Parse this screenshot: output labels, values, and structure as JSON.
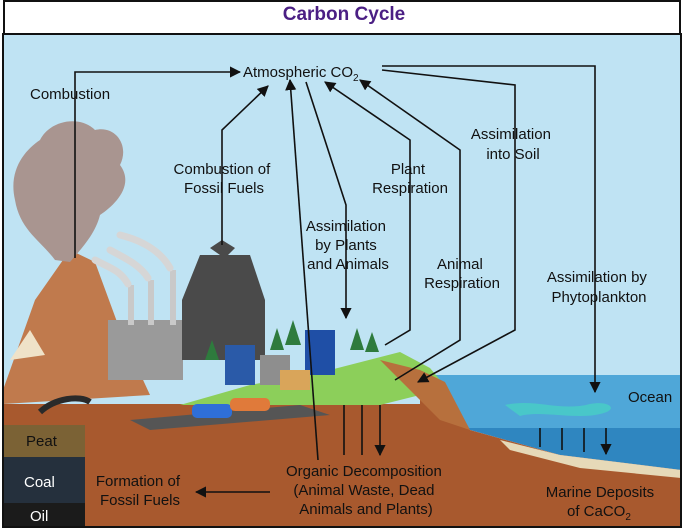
{
  "title": "Carbon Cycle",
  "colors": {
    "sky": "#bfe3f3",
    "ocean": "#3b8fc4",
    "soil": "#a8592e",
    "title": "#4b1f84"
  },
  "labels": {
    "atmospheric": "Atmospheric CO",
    "atmospheric_sub": "2",
    "combustion": "Combustion",
    "combustion_fossil": [
      "Combustion of",
      "Fossil Fuels"
    ],
    "plant_respiration": [
      "Plant",
      "Respiration"
    ],
    "assimilation_soil": [
      "Assimilation",
      "into Soil"
    ],
    "assimilation_plants": [
      "Assimilation",
      "by Plants",
      "and Animals"
    ],
    "animal_respiration": [
      "Animal",
      "Respiration"
    ],
    "assimilation_phyto": [
      "Assimilation by",
      "Phytoplankton"
    ],
    "ocean": "Ocean",
    "peat": "Peat",
    "coal": "Coal",
    "oil": "Oil",
    "formation": [
      "Formation of",
      "Fossil Fuels"
    ],
    "decomposition": [
      "Organic Decomposition",
      "(Animal Waste, Dead",
      "Animals and Plants)"
    ],
    "marine_line1": "Marine Deposits",
    "marine_of": "of CaCO",
    "marine_sub": "2"
  }
}
